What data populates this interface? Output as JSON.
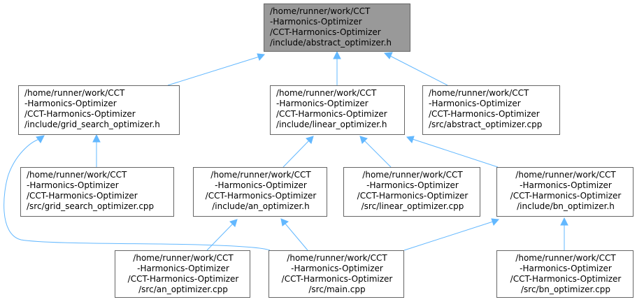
{
  "nodes": [
    {
      "id": "abstract_h",
      "lines": [
        "/home/runner/work/CCT",
        "-Harmonics-Optimizer",
        "/CCT-Harmonics-Optimizer",
        "/include/abstract_optimizer.h"
      ]
    },
    {
      "id": "grid_h",
      "lines": [
        "/home/runner/work/CCT",
        "-Harmonics-Optimizer",
        "/CCT-Harmonics-Optimizer",
        "/include/grid_search_optimizer.h"
      ]
    },
    {
      "id": "linear_h",
      "lines": [
        "/home/runner/work/CCT",
        "-Harmonics-Optimizer",
        "/CCT-Harmonics-Optimizer",
        "/include/linear_optimizer.h"
      ]
    },
    {
      "id": "abstract_cpp",
      "lines": [
        "/home/runner/work/CCT",
        "-Harmonics-Optimizer",
        "/CCT-Harmonics-Optimizer",
        "/src/abstract_optimizer.cpp"
      ]
    },
    {
      "id": "grid_cpp",
      "lines": [
        "/home/runner/work/CCT",
        "-Harmonics-Optimizer",
        "/CCT-Harmonics-Optimizer",
        "/src/grid_search_optimizer.cpp"
      ]
    },
    {
      "id": "an_h",
      "lines": [
        "/home/runner/work/CCT",
        "-Harmonics-Optimizer",
        "/CCT-Harmonics-Optimizer",
        "/include/an_optimizer.h"
      ]
    },
    {
      "id": "linear_cpp",
      "lines": [
        "/home/runner/work/CCT",
        "-Harmonics-Optimizer",
        "/CCT-Harmonics-Optimizer",
        "/src/linear_optimizer.cpp"
      ]
    },
    {
      "id": "bn_h",
      "lines": [
        "/home/runner/work/CCT",
        "-Harmonics-Optimizer",
        "/CCT-Harmonics-Optimizer",
        "/include/bn_optimizer.h"
      ]
    },
    {
      "id": "an_cpp",
      "lines": [
        "/home/runner/work/CCT",
        "-Harmonics-Optimizer",
        "/CCT-Harmonics-Optimizer",
        "/src/an_optimizer.cpp"
      ]
    },
    {
      "id": "main_cpp",
      "lines": [
        "/home/runner/work/CCT",
        "-Harmonics-Optimizer",
        "/CCT-Harmonics-Optimizer",
        "/src/main.cpp"
      ]
    },
    {
      "id": "bn_cpp",
      "lines": [
        "/home/runner/work/CCT",
        "-Harmonics-Optimizer",
        "/CCT-Harmonics-Optimizer",
        "/src/bn_optimizer.cpp"
      ]
    }
  ],
  "edges": [
    {
      "from": "grid_h",
      "to": "abstract_h"
    },
    {
      "from": "linear_h",
      "to": "abstract_h"
    },
    {
      "from": "abstract_cpp",
      "to": "abstract_h"
    },
    {
      "from": "grid_cpp",
      "to": "grid_h"
    },
    {
      "from": "main_cpp",
      "to": "grid_h"
    },
    {
      "from": "an_h",
      "to": "linear_h"
    },
    {
      "from": "linear_cpp",
      "to": "linear_h"
    },
    {
      "from": "bn_h",
      "to": "linear_h"
    },
    {
      "from": "an_cpp",
      "to": "an_h"
    },
    {
      "from": "main_cpp",
      "to": "an_h"
    },
    {
      "from": "main_cpp",
      "to": "bn_h"
    },
    {
      "from": "bn_cpp",
      "to": "bn_h"
    }
  ],
  "colors": {
    "edge": "#63b8ff",
    "node_border": "#666666",
    "root_fill": "#999999",
    "node_fill": "#ffffff"
  }
}
